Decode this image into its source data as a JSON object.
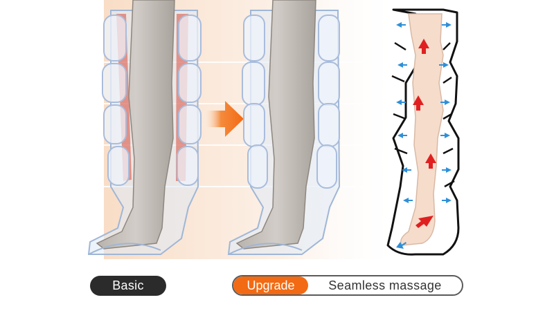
{
  "labels": {
    "basic": "Basic",
    "upgrade": "Upgrade",
    "upgrade_detail": "Seamless massage"
  },
  "colors": {
    "accent_orange": "#f26a13",
    "dark_pill": "#2b2b2b",
    "pressure_arrow_blue": "#2f8fd8",
    "flow_arrow_red": "#e02020",
    "skin_tint": "#f6dccb"
  },
  "icons": {
    "transition": "right-arrow-icon",
    "pressure": "inward-arrow-icon",
    "flow": "upward-arrow-icon"
  }
}
